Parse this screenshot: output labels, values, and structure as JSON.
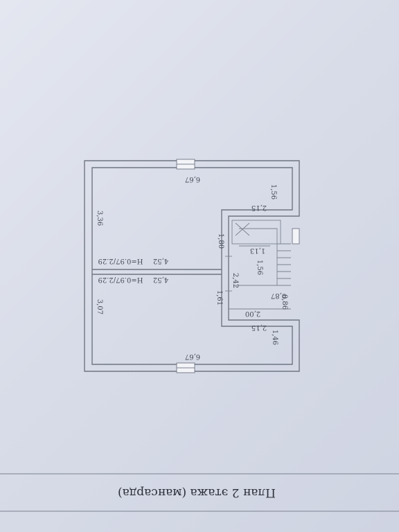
{
  "plan": {
    "title": "План 2 этажа (мансарда)",
    "dimensions": {
      "top_width": "6,67",
      "bottom_width": "6,67",
      "top_left_height": "3,36",
      "bottom_left_height": "3,07",
      "room_top_length": "4,52",
      "room_top_height": "H=0.97/2.29",
      "room_bottom_length": "4,52",
      "room_bottom_height": "H=0.97/2.29",
      "top_right_height": "1,56",
      "top_right_width": "2,15",
      "stair_offset": "1,80",
      "stair_landing": "1,13",
      "stair_flight": "1,56",
      "hall_height": "2,42",
      "hall_small": "1,61",
      "stair_bottom_a": "0,87",
      "stair_bottom_b": "0,86",
      "hall_width": "2,00",
      "bottom_right_width": "2,15",
      "bottom_right_height": "1,46"
    }
  }
}
